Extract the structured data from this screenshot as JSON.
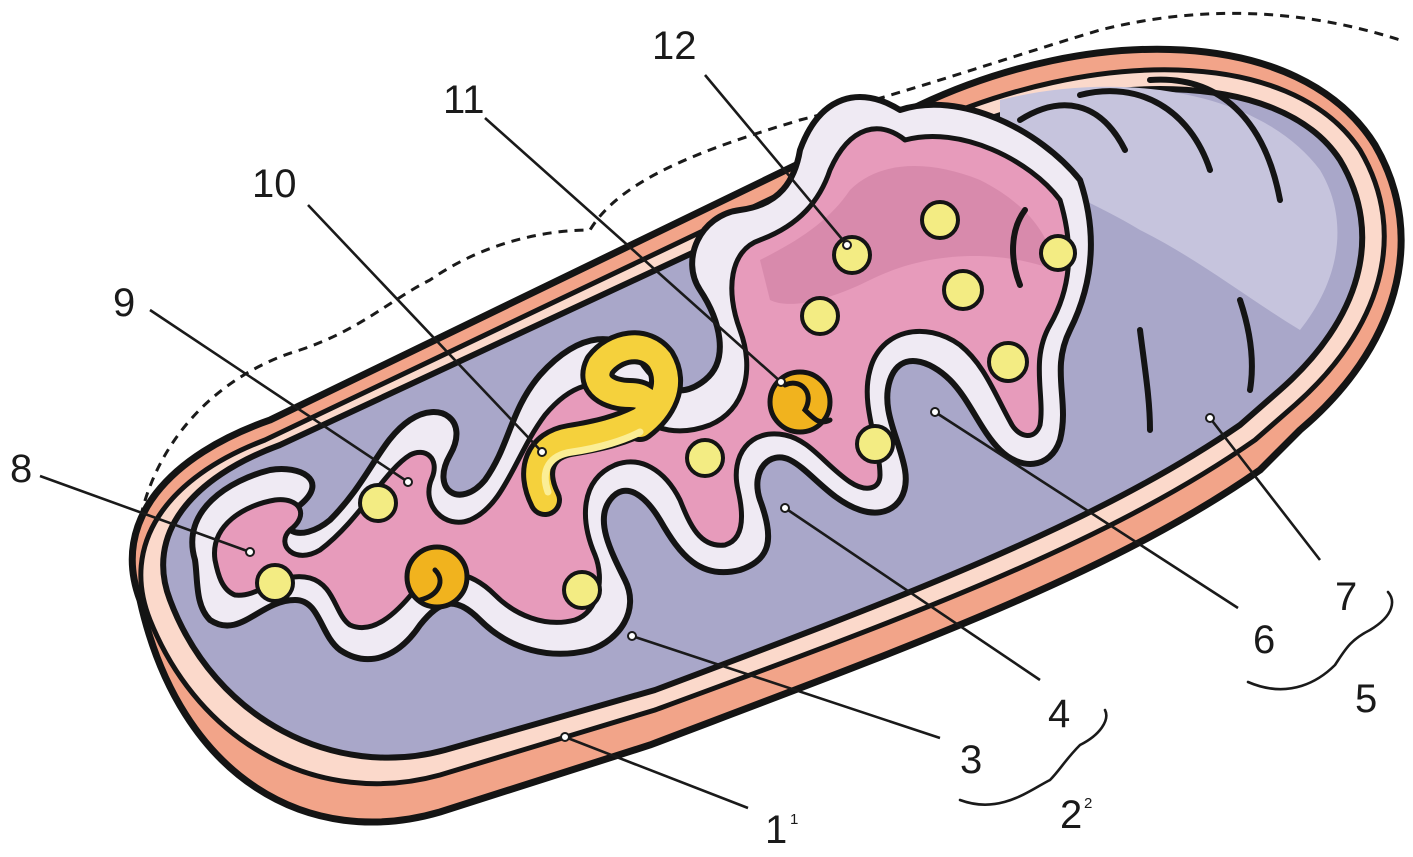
{
  "labels": [
    {
      "id": "1",
      "text": "1",
      "sup": "1"
    },
    {
      "id": "2",
      "text": "2",
      "sup": "2"
    },
    {
      "id": "3",
      "text": "3"
    },
    {
      "id": "4",
      "text": "4"
    },
    {
      "id": "5",
      "text": "5"
    },
    {
      "id": "6",
      "text": "6"
    },
    {
      "id": "7",
      "text": "7"
    },
    {
      "id": "8",
      "text": "8"
    },
    {
      "id": "9",
      "text": "9"
    },
    {
      "id": "10",
      "text": "10"
    },
    {
      "id": "11",
      "text": "11"
    },
    {
      "id": "12",
      "text": "12"
    }
  ],
  "colors": {
    "outline": "#141414",
    "outer_membrane": "#f2a489",
    "outer_membrane_light": "#fbd9cb",
    "inner_membrane": "#efeaf3",
    "intermembrane_lilac": "#a9a7c9",
    "matrix": "#e79bbb",
    "matrix_dark": "#cf7ea1",
    "granule": "#f3ec83",
    "dna": "#f5d13c",
    "ribosome": "#f1b31e"
  }
}
